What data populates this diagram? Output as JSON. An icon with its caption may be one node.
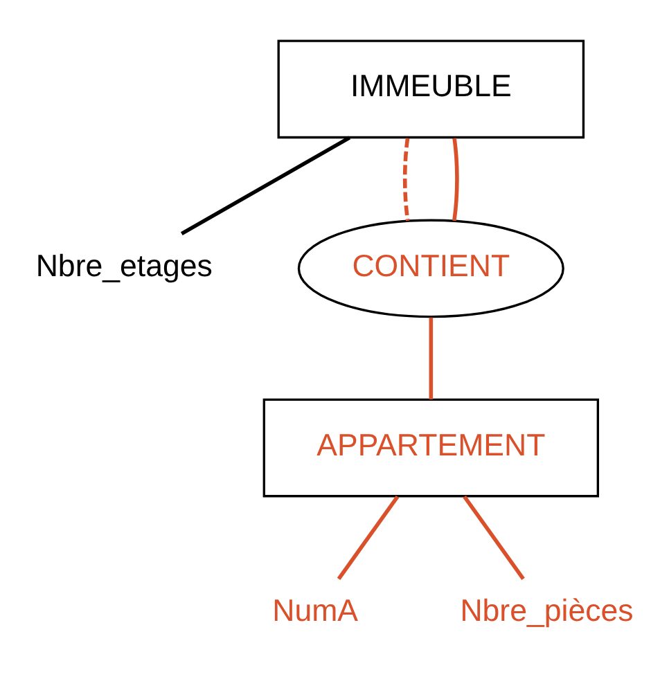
{
  "diagram": {
    "nodes": [
      {
        "text": [
          "IMMEUBLE"
        ]
      },
      {
        "text": [
          "Nbre_etages"
        ]
      },
      {
        "text": [
          "CONTIENT"
        ]
      },
      {
        "text": [
          "APPARTEMENT"
        ]
      },
      {
        "text": [
          "NumA"
        ]
      },
      {
        "text": [
          "Nbre_pièces"
        ]
      }
    ],
    "edges": [
      {
        "from": 0,
        "to": 1,
        "arrow": "none",
        "color": "#000000"
      },
      {
        "from": 0,
        "to": 2,
        "arrow": "none",
        "style": "dashed"
      },
      {
        "from": 0,
        "to": 2,
        "arrow": "none"
      },
      {
        "from": 2,
        "to": 3,
        "arrow": "none"
      },
      {
        "from": 3,
        "to": 4,
        "arrow": "none"
      },
      {
        "from": 3,
        "to": 5,
        "arrow": "none"
      }
    ]
  }
}
